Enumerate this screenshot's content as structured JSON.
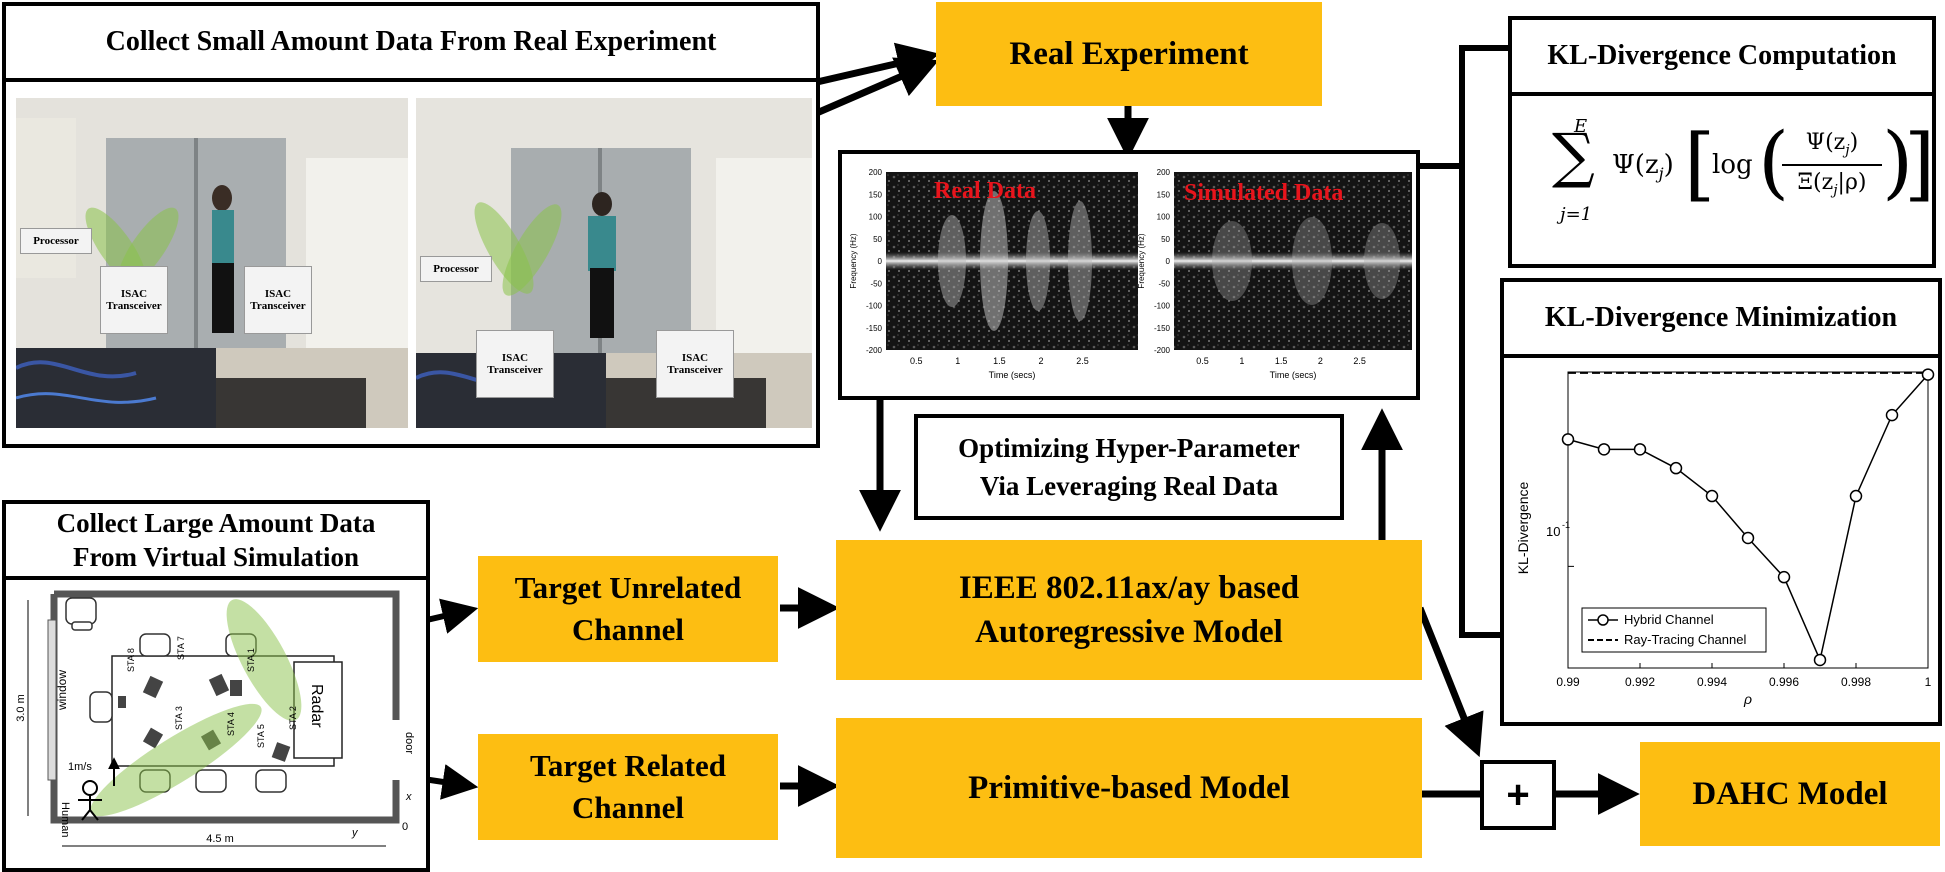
{
  "real_panel": {
    "title": "Collect Small Amount Data From Real Experiment",
    "processor_label": "Processor",
    "transceiver_label_1": "ISAC",
    "transceiver_label_2": "Transceiver"
  },
  "real_experiment": "Real Experiment",
  "spectrogram": {
    "left_title": "Real Data",
    "right_title": "Simulated Data",
    "ylabel": "Frequency (Hz)",
    "xlabel": "Time (secs)",
    "yticks": [
      "200",
      "150",
      "100",
      "50",
      "0",
      "-50",
      "-100",
      "-150",
      "-200"
    ],
    "xticks": [
      "0.5",
      "1",
      "1.5",
      "2",
      "2.5"
    ]
  },
  "kl_computation": {
    "title": "KL-Divergence Computation",
    "sum_top": "E",
    "sum_bottom": "j=1",
    "formula_lhs": "Ψ(z",
    "formula_num": "Ψ(z",
    "formula_den": "Ξ(z",
    "formula_den_tail": "|ρ)",
    "log": "log",
    "sub_j": "j"
  },
  "kl_minimization": {
    "title": "KL-Divergence Minimization",
    "ylabel": "KL-Divergence",
    "xlabel": "ρ",
    "ytick_label": "10",
    "ytick_exp": "-1",
    "xticks": [
      "0.99",
      "0.992",
      "0.994",
      "0.996",
      "0.998",
      "1"
    ],
    "legend": [
      "Hybrid Channel",
      "Ray-Tracing Channel"
    ]
  },
  "optimizing": {
    "line1": "Optimizing Hyper-Parameter",
    "line2": "Via Leveraging Real Data"
  },
  "virtual_panel": {
    "title_line1": "Collect Large Amount Data",
    "title_line2": "From Virtual Simulation",
    "sta_labels": [
      "STA 8",
      "STA 7",
      "STA 1",
      "STA 3",
      "STA 4",
      "STA 5",
      "STA 2"
    ],
    "window": "window",
    "radar": "Radar",
    "door": "door",
    "human": "Human",
    "speed": "1m/s",
    "dim_width": "4.5 m",
    "dim_height": "3.0 m",
    "axis_x": "x",
    "axis_y": "y",
    "axis_origin": "0"
  },
  "target_unrelated": {
    "line1": "Target Unrelated",
    "line2": "Channel"
  },
  "target_related": {
    "line1": "Target Related",
    "line2": "Channel"
  },
  "ieee_model": {
    "line1": "IEEE 802.11ax/ay based",
    "line2": "Autoregressive Model"
  },
  "primitive_model": "Primitive-based Model",
  "plus": "+",
  "dahc_model": "DAHC Model",
  "chart_data": {
    "type": "line",
    "xlabel": "ρ",
    "ylabel": "KL-Divergence",
    "xlim": [
      0.99,
      1.0
    ],
    "y_scale": "log",
    "ylim": [
      0.03,
      1.0
    ],
    "legend_placement": "bottom-left",
    "series": [
      {
        "name": "Hybrid Channel",
        "x": [
          0.99,
          0.991,
          0.992,
          0.993,
          0.994,
          0.995,
          0.996,
          0.997,
          0.998,
          0.999,
          1.0
        ],
        "y": [
          0.45,
          0.4,
          0.4,
          0.32,
          0.23,
          0.14,
          0.088,
          0.033,
          0.23,
          0.6,
          0.97
        ]
      },
      {
        "name": "Ray-Tracing Channel",
        "x": [
          0.99,
          1.0
        ],
        "y": [
          0.99,
          0.99
        ]
      }
    ]
  }
}
